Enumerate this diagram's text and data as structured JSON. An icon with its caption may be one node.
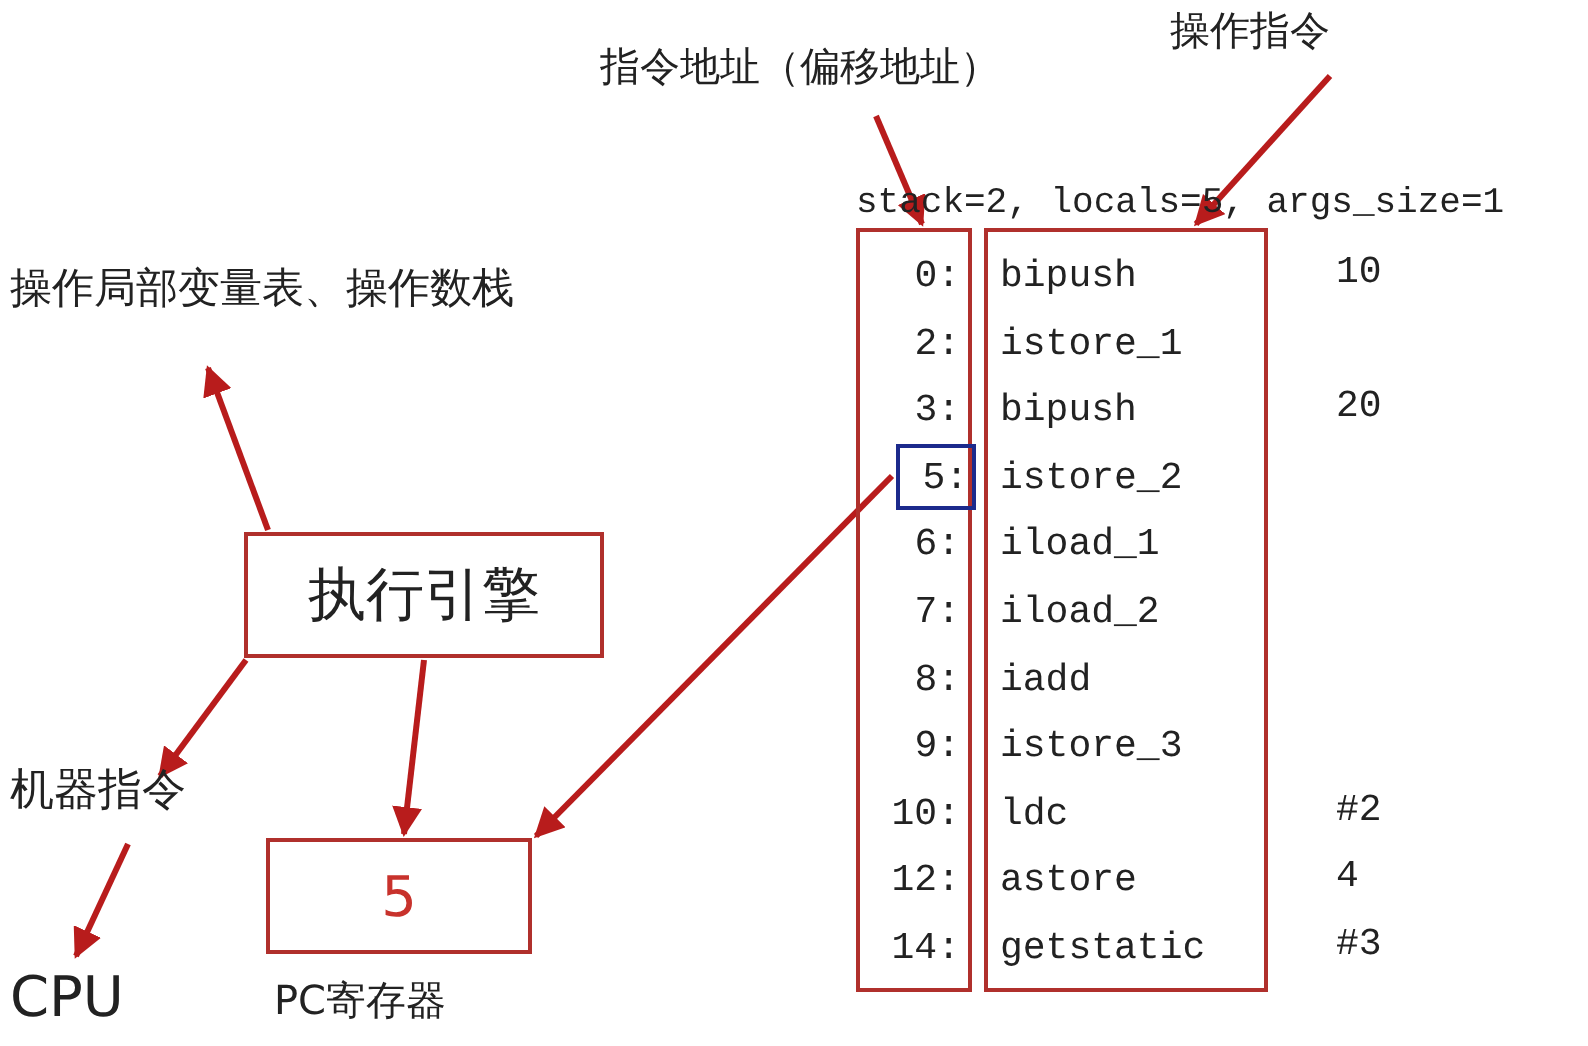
{
  "diagram": {
    "nodes": [
      {
        "text": [
          "操作局部变量表、操作数栈"
        ]
      },
      {
        "text": [
          "执行引擎"
        ]
      },
      {
        "text": [
          "机器指令"
        ]
      },
      {
        "text": [
          "CPU"
        ]
      },
      {
        "text": [
          "5"
        ],
        "beside": [
          "PC寄存器"
        ]
      },
      {
        "text": [
          "指令地址（偏移地址）"
        ]
      },
      {
        "text": [
          "操作指令"
        ]
      },
      {
        "text": [
          "0:",
          "2:",
          "3:",
          "6:",
          "7:",
          "8:",
          "9:",
          "10:",
          "12:",
          "14:"
        ]
      },
      {
        "text": [
          "5:"
        ],
        "in": 7
      },
      {
        "text": [
          "bipush",
          "istore_1",
          "bipush",
          "istore_2",
          "iload_1",
          "iload_2",
          "iadd",
          "istore_3",
          "ldc",
          "astore",
          "getstatic"
        ]
      }
    ],
    "edges": [
      {
        "from": 1,
        "to": 0,
        "arrow": "to"
      },
      {
        "from": 1,
        "to": 2,
        "arrow": "to"
      },
      {
        "from": 2,
        "to": 3,
        "arrow": "to"
      },
      {
        "from": 1,
        "to": 4,
        "arrow": "to"
      },
      {
        "from": 8,
        "to": 4,
        "arrow": "to"
      },
      {
        "from": 5,
        "to": 7,
        "arrow": "to"
      },
      {
        "from": 6,
        "to": 9,
        "arrow": "to"
      }
    ],
    "labels": [
      "stack=2, locals=5, args_size=1",
      "10",
      "20",
      "#2",
      "4",
      "#3"
    ]
  }
}
